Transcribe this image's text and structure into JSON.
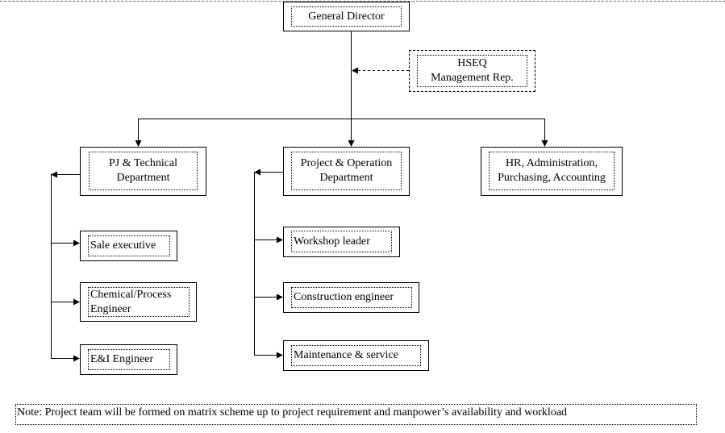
{
  "nodes": {
    "general_director": "General Director",
    "hseq": "HSEQ\nManagement Rep.",
    "pj_technical": "PJ & Technical\nDepartment",
    "project_operation": "Project & Operation\nDepartment",
    "hr_admin": "HR, Administration,\nPurchasing, Accounting",
    "sale_executive": "Sale executive",
    "chemical_process": "Chemical/Process\nEngineer",
    "ei_engineer": "E&I Engineer",
    "workshop_leader": "Workshop leader",
    "construction_engineer": "Construction engineer",
    "maintenance_service": "Maintenance & service"
  },
  "note": "Note: Project team will be formed on matrix scheme up to project requirement and manpower’s availability and workload"
}
